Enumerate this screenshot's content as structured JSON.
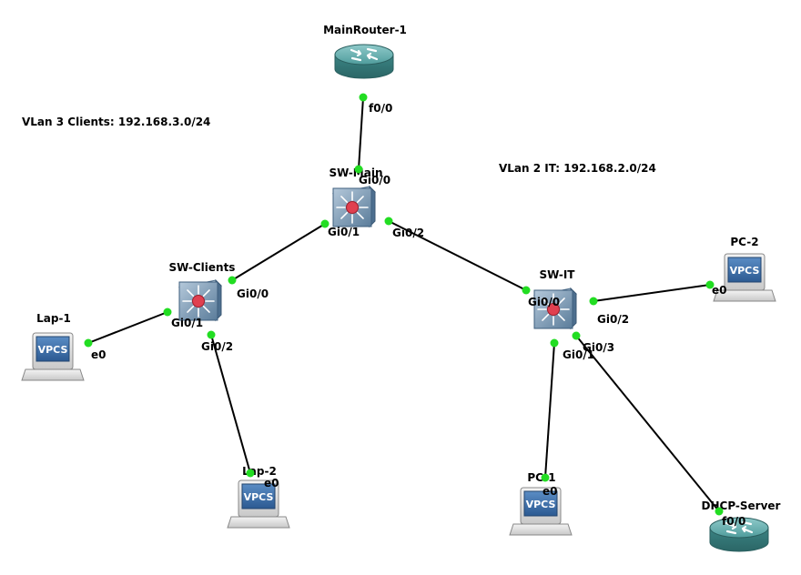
{
  "annotations": {
    "vlan3": "VLan 3 Clients: 192.168.3.0/24",
    "vlan2": "VLan 2 IT: 192.168.2.0/24"
  },
  "colors": {
    "link": "#000000",
    "port_dot": "#22dd22",
    "router_body": "#3f8c8c",
    "switch_body": "#6e8eaa",
    "switch_center": "#e04050",
    "vpcs_screen": "#3a6ea8"
  },
  "nodes": {
    "mainrouter": {
      "label": "MainRouter-1",
      "type": "router",
      "icon": "router-icon"
    },
    "swmain": {
      "label": "SW-Main",
      "type": "switch",
      "icon": "multilayer-switch-icon"
    },
    "swclients": {
      "label": "SW-Clients",
      "type": "switch",
      "icon": "multilayer-switch-icon"
    },
    "swit": {
      "label": "SW-IT",
      "type": "switch",
      "icon": "multilayer-switch-icon"
    },
    "lap1": {
      "label": "Lap-1",
      "type": "vpcs",
      "icon": "vpcs-icon",
      "screen_text": "VPCS"
    },
    "lap2": {
      "label": "Lap-2",
      "type": "vpcs",
      "icon": "vpcs-icon",
      "screen_text": "VPCS"
    },
    "pc1": {
      "label": "PC-1",
      "type": "vpcs",
      "icon": "vpcs-icon",
      "screen_text": "VPCS"
    },
    "pc2": {
      "label": "PC-2",
      "type": "vpcs",
      "icon": "vpcs-icon",
      "screen_text": "VPCS"
    },
    "dhcp": {
      "label": "DHCP-Server",
      "type": "router",
      "icon": "router-icon"
    }
  },
  "links": [
    {
      "from": "mainrouter",
      "from_port": "f0/0",
      "to": "swmain",
      "to_port": "Gi0/0"
    },
    {
      "from": "swmain",
      "from_port": "Gi0/1",
      "to": "swclients",
      "to_port": "Gi0/0"
    },
    {
      "from": "swmain",
      "from_port": "Gi0/2",
      "to": "swit",
      "to_port": "Gi0/0"
    },
    {
      "from": "swclients",
      "from_port": "Gi0/1",
      "to": "lap1",
      "to_port": "e0"
    },
    {
      "from": "swclients",
      "from_port": "Gi0/2",
      "to": "lap2",
      "to_port": "e0"
    },
    {
      "from": "swit",
      "from_port": "Gi0/1",
      "to": "pc1",
      "to_port": "e0"
    },
    {
      "from": "swit",
      "from_port": "Gi0/2",
      "to": "pc2",
      "to_port": "e0"
    },
    {
      "from": "swit",
      "from_port": "Gi0/3",
      "to": "dhcp",
      "to_port": "f0/0"
    }
  ]
}
